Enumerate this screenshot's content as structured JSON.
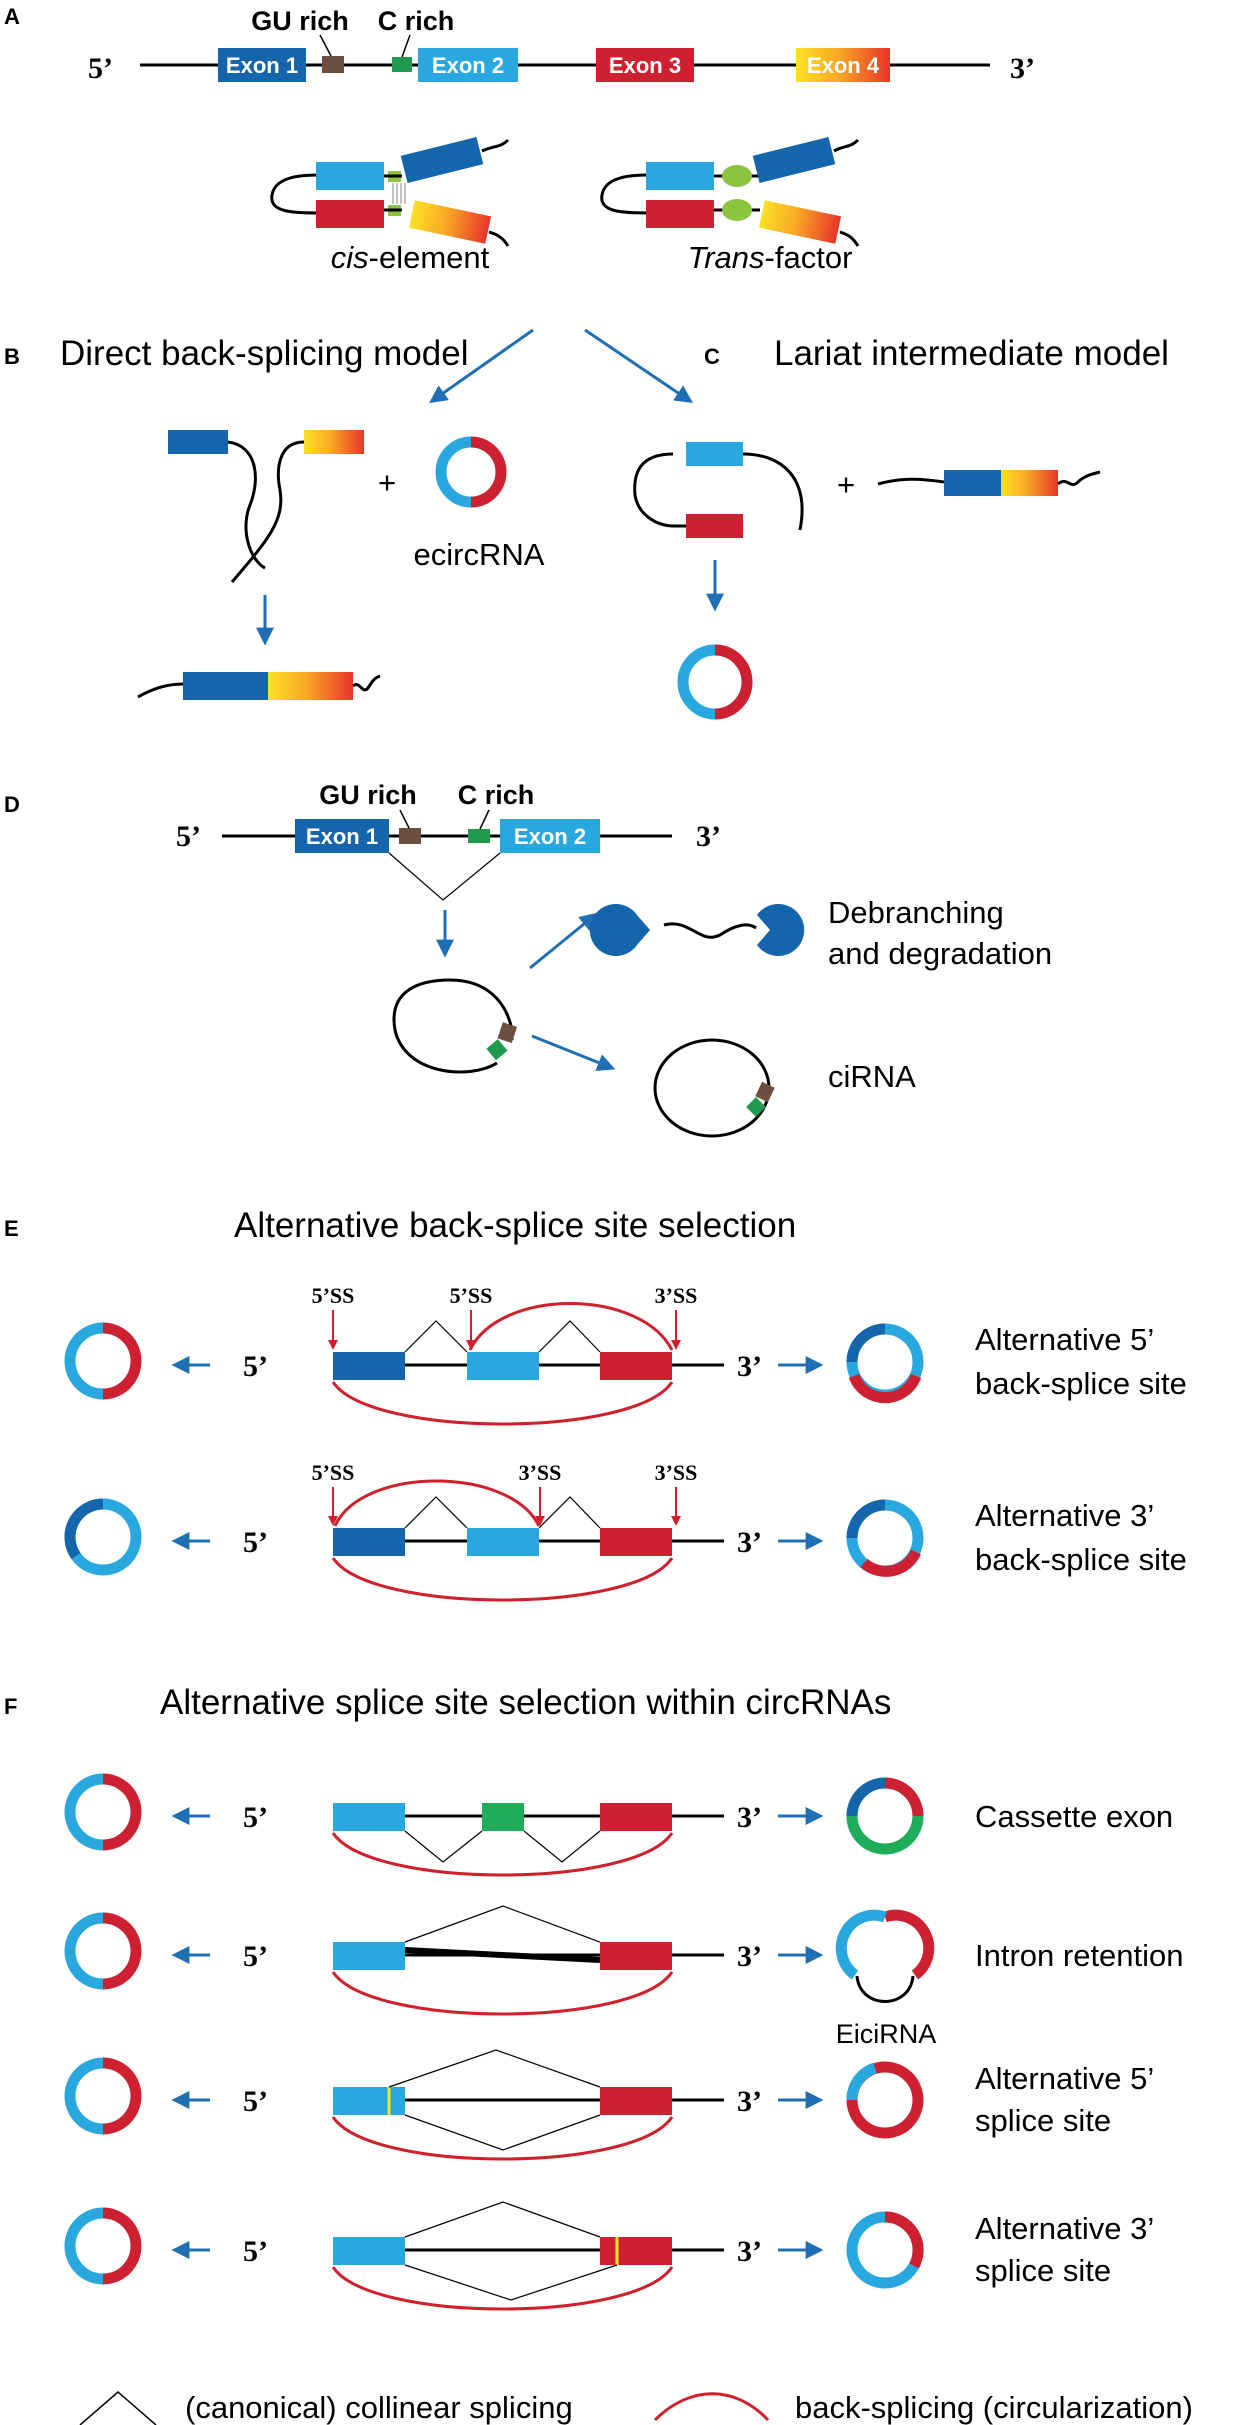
{
  "colors": {
    "exon1": "#1565ad",
    "exon2": "#29a7df",
    "exon3": "#cd2030",
    "exon4_start": "#fde125",
    "exon4_end": "#e8342a",
    "gu_rich": "#6b5040",
    "c_rich": "#1f9a4e",
    "cassette": "#20ad5a",
    "arrow": "#1f6fb5",
    "backsplice": "#d0202c",
    "trans_factor": "#8bc43f"
  },
  "panel_a": {
    "letter": "A",
    "five_prime": "5’",
    "three_prime": "3’",
    "exons": [
      "Exon 1",
      "Exon 2",
      "Exon 3",
      "Exon 4"
    ],
    "gu_rich": "GU rich",
    "c_rich": "C rich",
    "cis_prefix": "cis",
    "cis_suffix": "-element",
    "trans_prefix": "Trans",
    "trans_suffix": "-factor"
  },
  "panel_b": {
    "letter": "B",
    "title": "Direct back-splicing model",
    "plus": "+",
    "ecircrna": "ecircRNA"
  },
  "panel_c": {
    "letter": "C",
    "title": "Lariat intermediate model",
    "plus": "+"
  },
  "panel_d": {
    "letter": "D",
    "five_prime": "5’",
    "three_prime": "3’",
    "exons": [
      "Exon 1",
      "Exon 2"
    ],
    "gu_rich": "GU rich",
    "c_rich": "C rich",
    "debranch_line1": "Debranching",
    "debranch_line2": "and degradation",
    "cirna": "ciRNA"
  },
  "panel_e": {
    "letter": "E",
    "title": "Alternative back-splice site selection",
    "row1": {
      "ss_labels": [
        "5’SS",
        "5’SS",
        "3’SS"
      ],
      "label_line1": "Alternative 5’",
      "label_line2": "back-splice site"
    },
    "row2": {
      "ss_labels": [
        "5’SS",
        "3’SS",
        "3’SS"
      ],
      "label_line1": "Alternative 3’",
      "label_line2": "back-splice site"
    },
    "five_prime": "5’",
    "three_prime": "3’"
  },
  "panel_f": {
    "letter": "F",
    "title": "Alternative splice site selection within circRNAs",
    "five_prime": "5’",
    "three_prime": "3’",
    "rows": [
      {
        "label_line1": "Cassette exon",
        "label_line2": ""
      },
      {
        "label_line1": "Intron retention",
        "label_line2": "",
        "extra": "EiciRNA"
      },
      {
        "label_line1": "Alternative 5’",
        "label_line2": "splice site"
      },
      {
        "label_line1": "Alternative 3’",
        "label_line2": "splice site"
      }
    ]
  },
  "legend": {
    "collinear": "(canonical) collinear splicing",
    "backsplicing": "back-splicing (circularization)"
  }
}
